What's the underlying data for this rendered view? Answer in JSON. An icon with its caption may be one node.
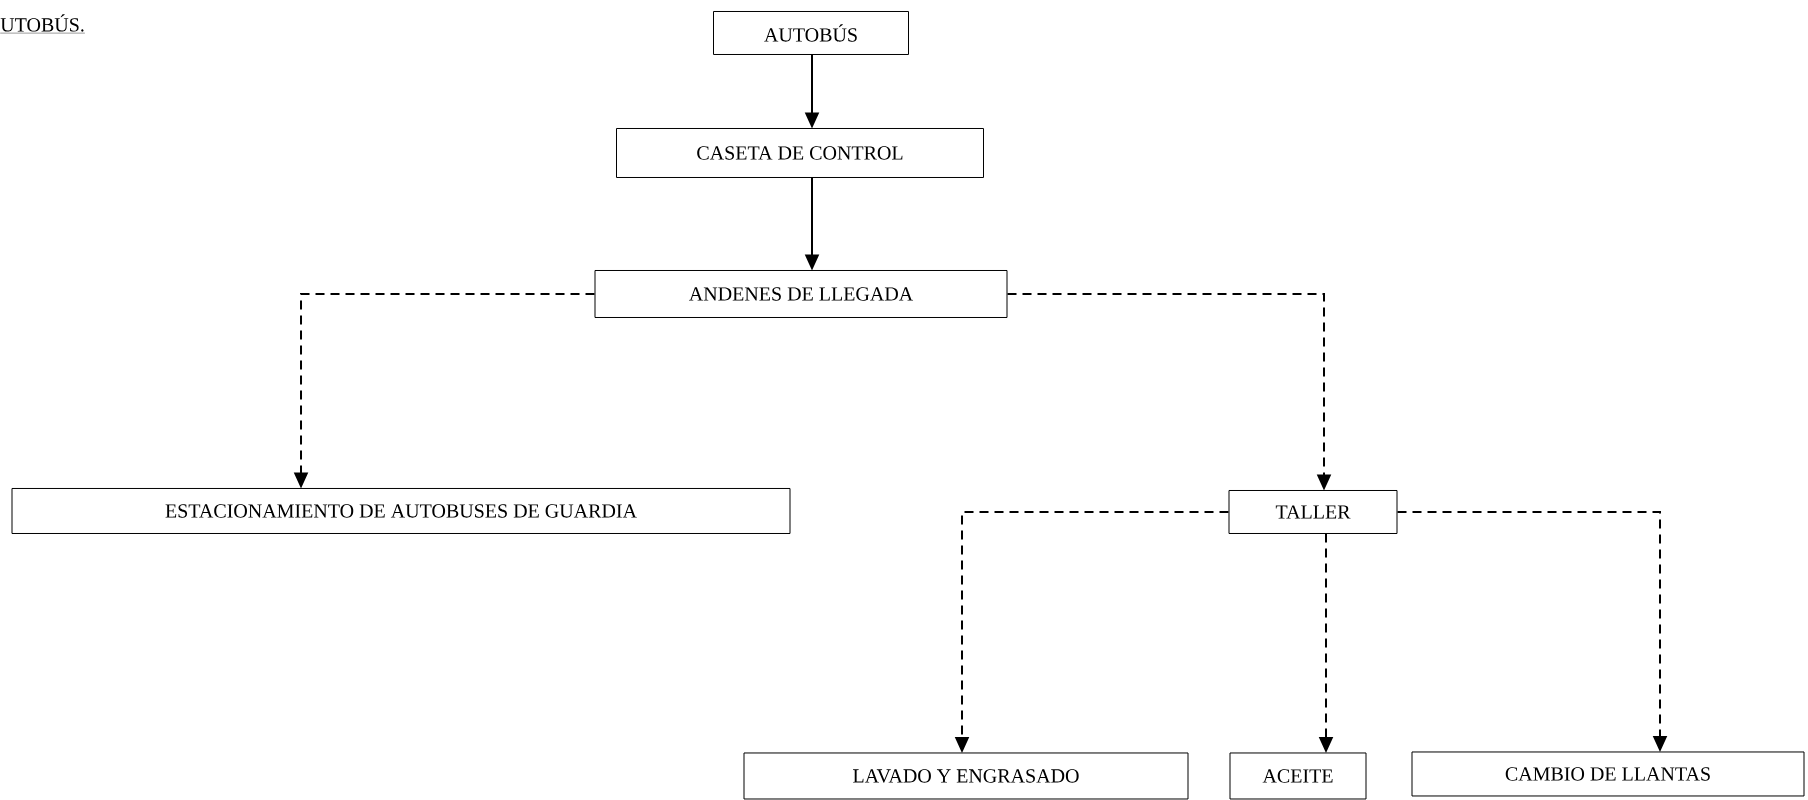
{
  "diagram": {
    "nodes": [
      {
        "text": [
          "AUTOBÚS"
        ]
      },
      {
        "text": [
          "CASETA DE CONTROL"
        ]
      },
      {
        "text": [
          "ANDENES DE LLEGADA"
        ]
      },
      {
        "text": [
          "ESTACIONAMIENTO DE AUTOBUSES DE GUARDIA"
        ]
      },
      {
        "text": [
          "TALLER"
        ]
      },
      {
        "text": [
          "LAVADO Y ENGRASADO"
        ]
      },
      {
        "text": [
          "ACEITE"
        ]
      },
      {
        "text": [
          "CAMBIO DE LLANTAS"
        ]
      }
    ],
    "edges": [
      {
        "from": 0,
        "to": 1,
        "arrow": "to"
      },
      {
        "from": 1,
        "to": 2,
        "arrow": "to"
      },
      {
        "from": 2,
        "to": 3,
        "arrow": "to",
        "style": "dashed"
      },
      {
        "from": 2,
        "to": 4,
        "arrow": "to",
        "style": "dashed"
      },
      {
        "from": 4,
        "to": 5,
        "arrow": "to",
        "style": "dashed"
      },
      {
        "from": 4,
        "to": 6,
        "arrow": "to",
        "style": "dashed"
      },
      {
        "from": 4,
        "to": 7,
        "arrow": "to",
        "style": "dashed"
      }
    ],
    "labels": [
      "UTOBÚS."
    ]
  }
}
